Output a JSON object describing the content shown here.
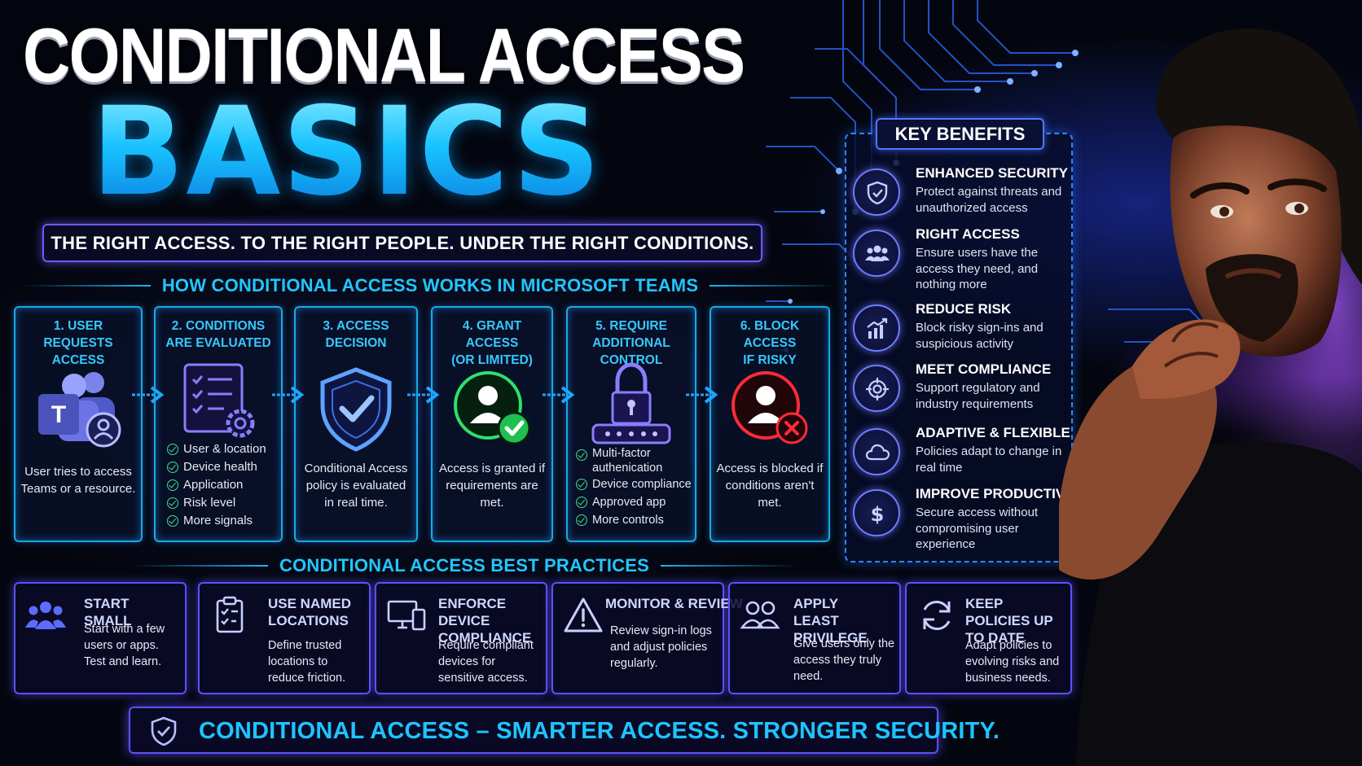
{
  "title": {
    "line1": "CONDITIONAL ACCESS",
    "line2": "BASICS"
  },
  "tagline": "THE RIGHT ACCESS. TO THE RIGHT PEOPLE. UNDER THE RIGHT CONDITIONS.",
  "how_it_works": {
    "heading": "HOW CONDITIONAL ACCESS WORKS IN MICROSOFT TEAMS",
    "steps": [
      {
        "title": "1. USER\nREQUESTS ACCESS",
        "icon": "teams-user-icon",
        "description": "User tries to access Teams or a resource."
      },
      {
        "title": "2. CONDITIONS\nARE EVALUATED",
        "icon": "checklist-gear-icon",
        "checks": [
          "User & location",
          "Device health",
          "Application",
          "Risk level",
          "More signals"
        ]
      },
      {
        "title": "3. ACCESS\nDECISION",
        "icon": "shield-check-icon",
        "description": "Conditional Access policy is evaluated in real time."
      },
      {
        "title": "4. GRANT ACCESS\n(OR LIMITED)",
        "icon": "user-granted-icon",
        "description": "Access is granted if requirements are met."
      },
      {
        "title": "5. REQUIRE\nADDITIONAL CONTROL",
        "icon": "padlock-password-icon",
        "checks": [
          "Multi-factor authenication",
          "Device compliance",
          "Approved app",
          "More controls"
        ]
      },
      {
        "title": "6. BLOCK ACCESS\nIF RISKY",
        "icon": "user-blocked-icon",
        "description": "Access is blocked if conditions aren't met."
      }
    ]
  },
  "key_benefits": {
    "heading": "KEY BENEFITS",
    "items": [
      {
        "title": "ENHANCED SECURITY",
        "description": "Protect against threats and unauthorized access",
        "icon": "shield-check-icon"
      },
      {
        "title": "RIGHT ACCESS",
        "description": "Ensure users have the access they need, and nothing more",
        "icon": "users-group-icon"
      },
      {
        "title": "REDUCE RISK",
        "description": "Block risky sign-ins and suspicious activity",
        "icon": "bar-chart-up-icon"
      },
      {
        "title": "MEET COMPLIANCE",
        "description": "Support regulatory and industry requirements",
        "icon": "target-icon"
      },
      {
        "title": "ADAPTIVE & FLEXIBLE",
        "description": "Policies adapt to change in real time",
        "icon": "cloud-icon"
      },
      {
        "title": "IMPROVE PRODUCTIVITY",
        "description": "Secure access without compromising user experience",
        "icon": "dollar-icon"
      }
    ]
  },
  "best_practices": {
    "heading": "CONDITIONAL ACCESS BEST PRACTICES",
    "items": [
      {
        "title": "START SMALL",
        "description": "Start with a few users or apps. Test and learn.",
        "icon": "users-group-icon"
      },
      {
        "title": "USE NAMED LOCATIONS",
        "description": "Define trusted locations to reduce friction.",
        "icon": "clipboard-check-icon"
      },
      {
        "title": "ENFORCE DEVICE COMPLIANCE",
        "description": "Require compliant devices for sensitive access.",
        "icon": "devices-icon"
      },
      {
        "title": "MONITOR & REVIEW",
        "description": "Review sign-in logs and adjust policies regularly.",
        "icon": "warning-icon"
      },
      {
        "title": "APPLY LEAST PRIVILEGE",
        "description": "Give users only the access they truly need.",
        "icon": "users-outline-icon"
      },
      {
        "title": "KEEP POLICIES UP TO DATE",
        "description": "Adapt policies to evolving risks and business needs.",
        "icon": "refresh-icon"
      }
    ]
  },
  "footer": "CONDITIONAL ACCESS – SMARTER ACCESS. STRONGER SECURITY.",
  "colors": {
    "accent_cyan": "#22c6ff",
    "accent_purple": "#5a52ff",
    "grant_green": "#2ee06a",
    "block_red": "#ff2a3a",
    "background": "#04060f"
  }
}
